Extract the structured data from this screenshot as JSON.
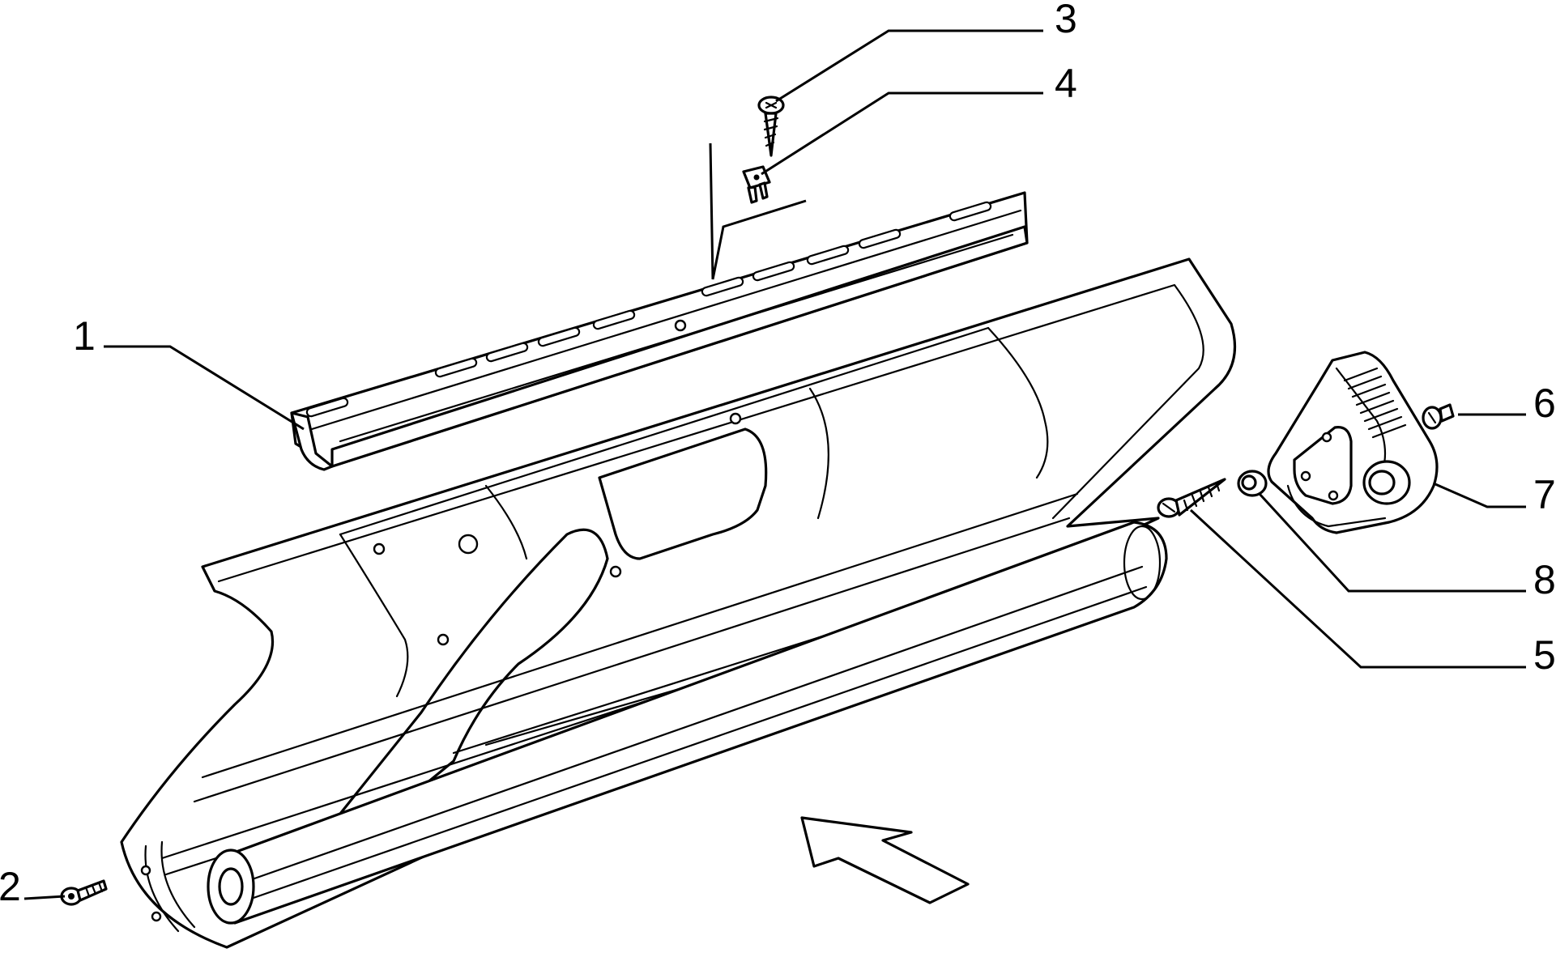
{
  "diagram": {
    "type": "exploded-parts-diagram",
    "colors": {
      "line": "#000000",
      "background": "#ffffff"
    },
    "callouts": [
      {
        "id": "1",
        "label": "1"
      },
      {
        "id": "2",
        "label": "2"
      },
      {
        "id": "3",
        "label": "3"
      },
      {
        "id": "4",
        "label": "4"
      },
      {
        "id": "5",
        "label": "5"
      },
      {
        "id": "6",
        "label": "6"
      },
      {
        "id": "7",
        "label": "7"
      },
      {
        "id": "8",
        "label": "8"
      }
    ],
    "parts": [
      {
        "callout": "1",
        "name": "mounting-rail"
      },
      {
        "callout": "2",
        "name": "screw"
      },
      {
        "callout": "3",
        "name": "screw"
      },
      {
        "callout": "4",
        "name": "clip-nut"
      },
      {
        "callout": "5",
        "name": "screw"
      },
      {
        "callout": "6",
        "name": "screw"
      },
      {
        "callout": "7",
        "name": "end-bracket"
      },
      {
        "callout": "8",
        "name": "spacer-washer"
      }
    ],
    "direction_arrow_icon": "arrow-outline-icon"
  }
}
